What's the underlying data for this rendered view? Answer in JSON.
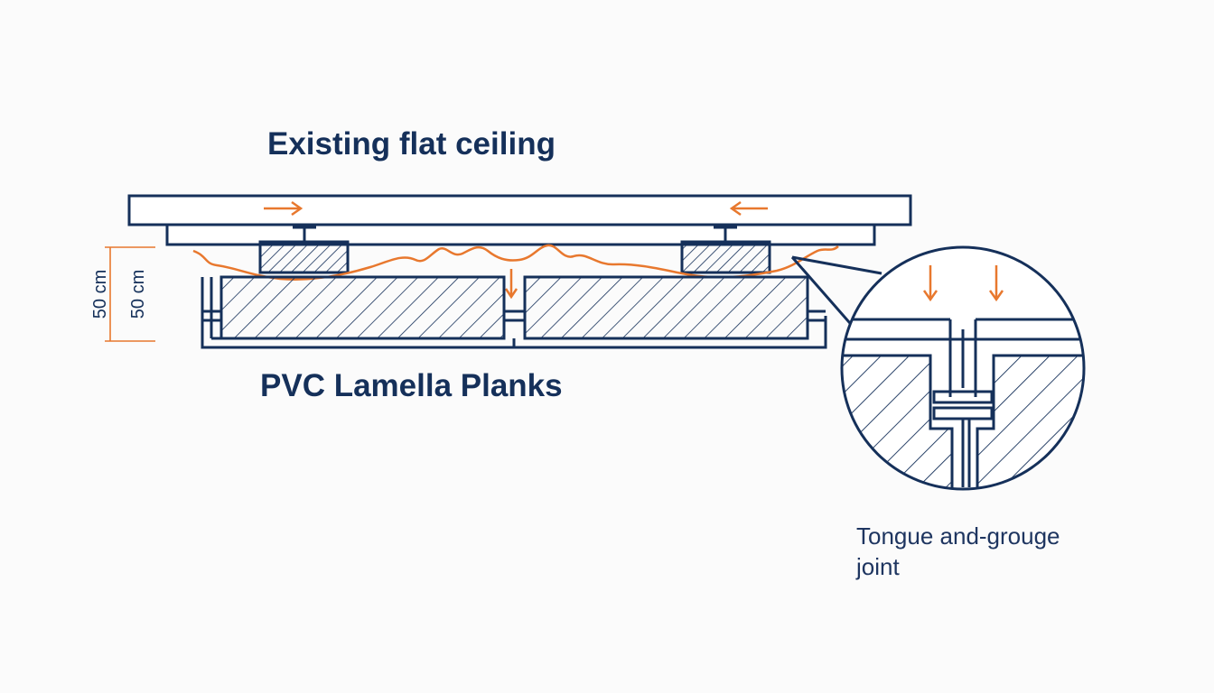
{
  "labels": {
    "ceiling": "Existing flat ceiling",
    "planks": "PVC Lamella Planks",
    "dimension_outer": "50 cm",
    "dimension_inner": "50 cm",
    "detail_line1": "Tongue and-grouge",
    "detail_line2": "joint"
  },
  "colors": {
    "line": "#15305a",
    "accent": "#e8782e",
    "background": "#fbfbfb"
  }
}
